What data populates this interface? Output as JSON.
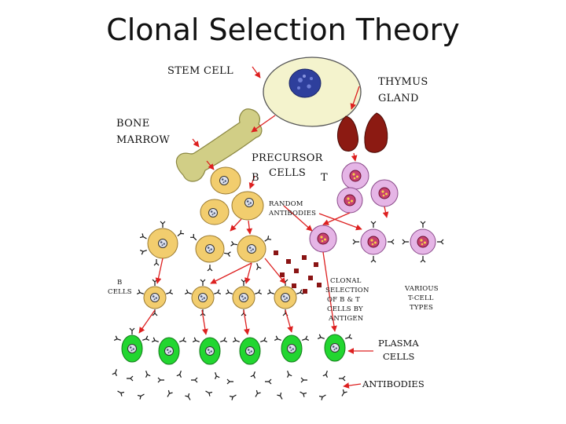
{
  "slide": {
    "title": "Clonal Selection Theory"
  },
  "diagram": {
    "labels": {
      "stem_cell": "STEM CELL",
      "thymus_line1": "THYMUS",
      "thymus_line2": "GLAND",
      "bone_line1": "BONE",
      "bone_line2": "MARROW",
      "precursor_line1": "PRECURSOR",
      "precursor_line2": "CELLS",
      "b_letter": "B",
      "t_letter": "T",
      "random_line1": "RANDOM",
      "random_line2": "ANTIBODIES",
      "b_cells_line1": "B",
      "b_cells_line2": "CELLS",
      "clonal_line1": "CLONAL",
      "clonal_line2": "SELECTION",
      "clonal_line3": "OF B & T",
      "clonal_line4": "CELLS BY",
      "clonal_line5": "ANTIGEN",
      "various_line1": "VARIOUS",
      "various_line2": "T-CELL",
      "various_line3": "TYPES",
      "plasma_line1": "PLASMA",
      "plasma_line2": "CELLS",
      "antibodies": "ANTIBODIES"
    },
    "colors": {
      "stem_cell_fill": "#f4f3cd",
      "nucleus_blue": "#2e3f9c",
      "b_cell_fill": "#f2cd6e",
      "t_cell_fill": "#e5b5e6",
      "plasma_fill": "#22d630",
      "thymus_fill": "#8c1a12",
      "bone_fill": "#d1ce86",
      "arrow_red": "#dd2020",
      "antigen_red": "#8a1414"
    }
  }
}
